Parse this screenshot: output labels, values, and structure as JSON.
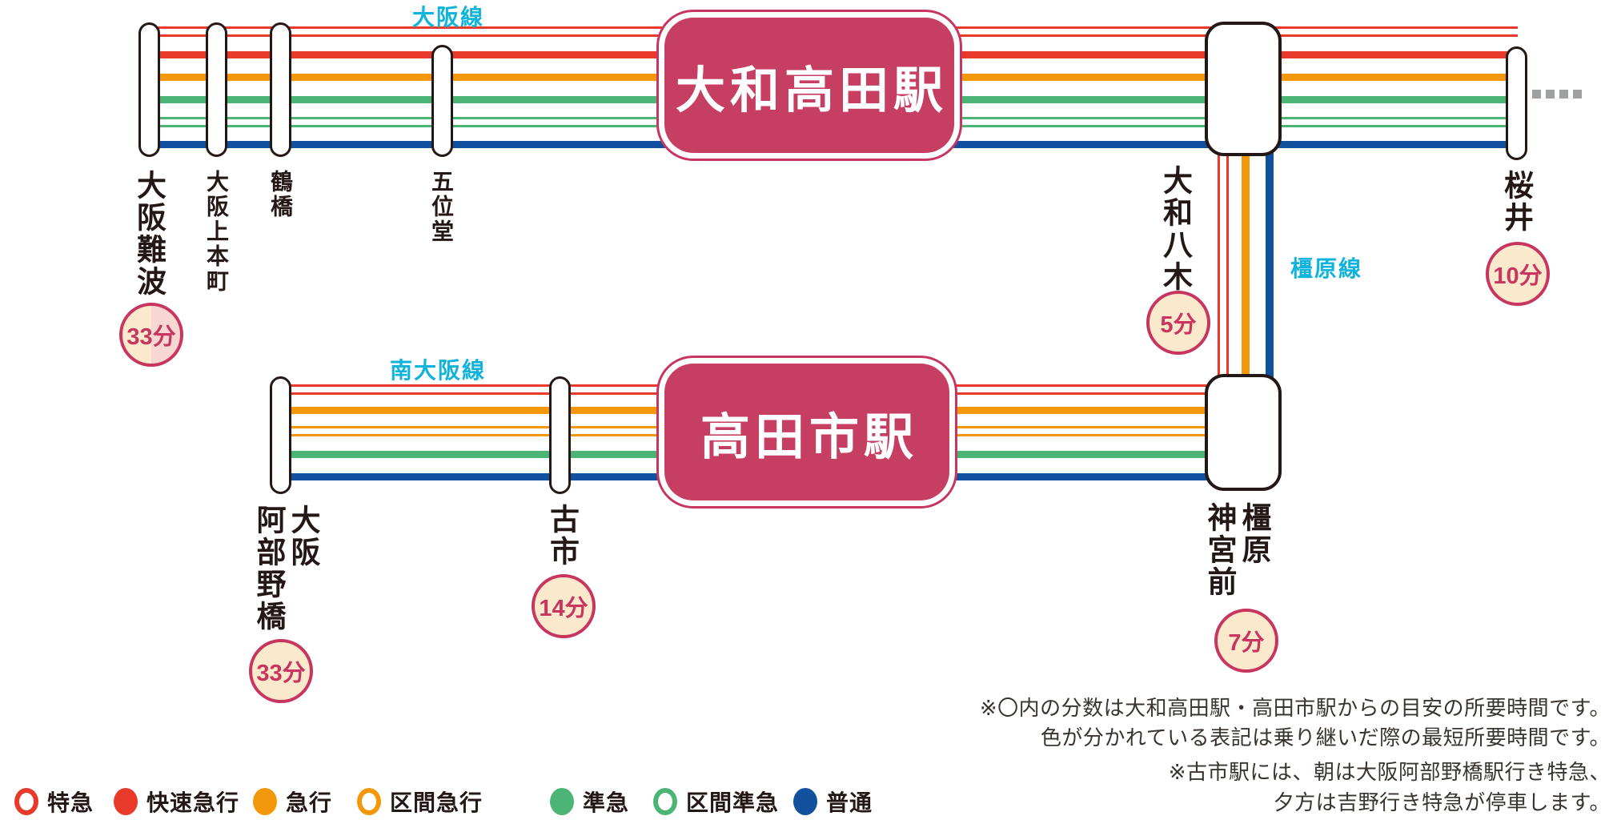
{
  "line_labels": {
    "osaka": "大阪線",
    "minami_osaka": "南大阪線",
    "kashihara": "橿原線"
  },
  "hub_stations": {
    "yamato_takada": "大和高田駅",
    "takadashi": "高田市駅"
  },
  "stations": {
    "osaka_namba": {
      "name": "大阪難波",
      "time": "33分"
    },
    "osaka_uehommachi": {
      "name": "大阪上本町"
    },
    "tsuruhashi": {
      "name": "鶴橋"
    },
    "goido": {
      "name": "五位堂"
    },
    "yamato_yagi": {
      "name": "大和八木",
      "time": "5分"
    },
    "sakurai": {
      "name": "桜井",
      "time": "10分"
    },
    "osaka_abenobashi": {
      "name": "大阪阿部野橋",
      "cols": [
        "阿部野橋",
        "大阪"
      ],
      "time": "33分"
    },
    "furuichi": {
      "name": "古市",
      "time": "14分"
    },
    "kashiharajingu_mae": {
      "name": "橿原神宮前",
      "cols": [
        "神宮前",
        "橿原"
      ],
      "time": "7分"
    }
  },
  "legend": [
    {
      "label": "特急",
      "swatch": "outline-red"
    },
    {
      "label": "快速急行",
      "swatch": "fill-red"
    },
    {
      "label": "急行",
      "swatch": "fill-orange"
    },
    {
      "label": "区間急行",
      "swatch": "outline-orange"
    },
    {
      "label": "準急",
      "swatch": "fill-green"
    },
    {
      "label": "区間準急",
      "swatch": "outline-green"
    },
    {
      "label": "普通",
      "swatch": "fill-blue"
    }
  ],
  "notes": [
    "※〇内の分数は大和高田駅・高田市駅からの目安の所要時間です。",
    "色が分かれている表記は乗り継いだ際の最短所要時間です。",
    "※古市駅には、朝は大阪阿部野橋駅行き特急、",
    "夕方は吉野行き特急が停車します。"
  ],
  "colors": {
    "limited_express_red": "#E8392A",
    "express_orange": "#F3980B",
    "semi_express_green": "#4CB474",
    "local_blue": "#12519E",
    "hub_crimson": "#C73E63",
    "line_label_cyan": "#0FB3DC",
    "badge_cream": "#FAE9CC",
    "badge_pink": "#F7D7D2",
    "ink": "#231815",
    "dash_gray": "#9FA0A0"
  }
}
